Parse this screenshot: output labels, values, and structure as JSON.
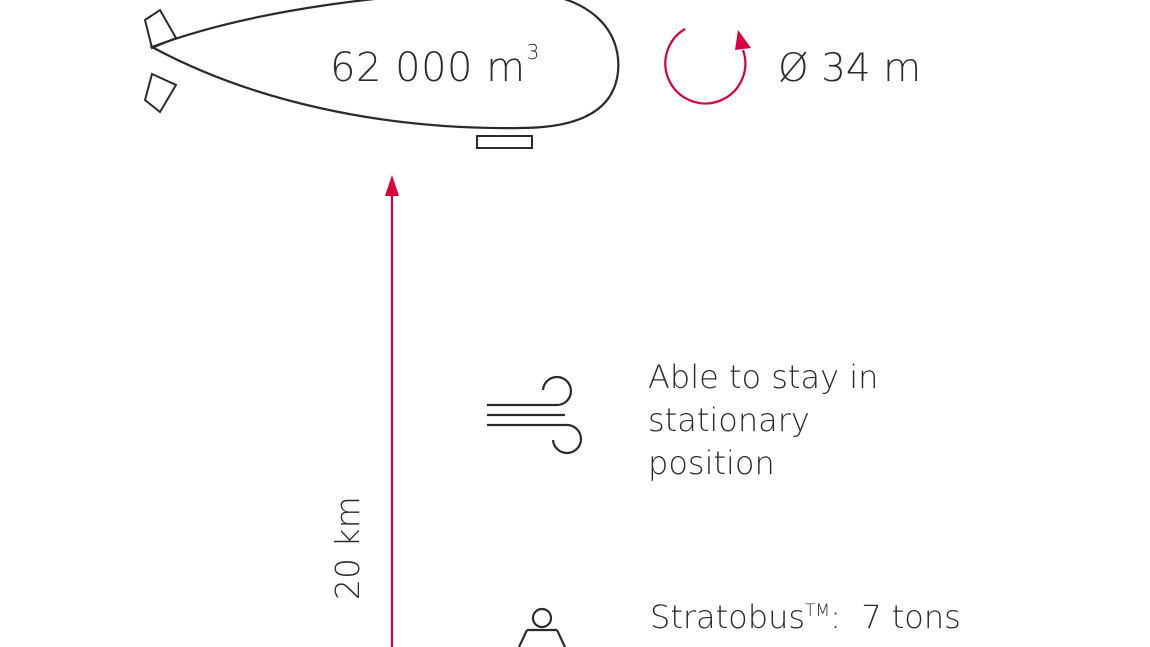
{
  "airship": {
    "volume_value": "62 000 m",
    "volume_exponent": "3"
  },
  "diameter": {
    "label": "Ø 34 m"
  },
  "altitude": {
    "label": "20 km"
  },
  "stationary": {
    "lines": [
      "Able to stay in",
      "stationary",
      "position"
    ]
  },
  "payload": {
    "name": "Stratobus",
    "trademark": "TM",
    "separator": ":",
    "value": "7 tons"
  },
  "colors": {
    "accent": "#d8003f",
    "line": "#2b2b2b"
  }
}
